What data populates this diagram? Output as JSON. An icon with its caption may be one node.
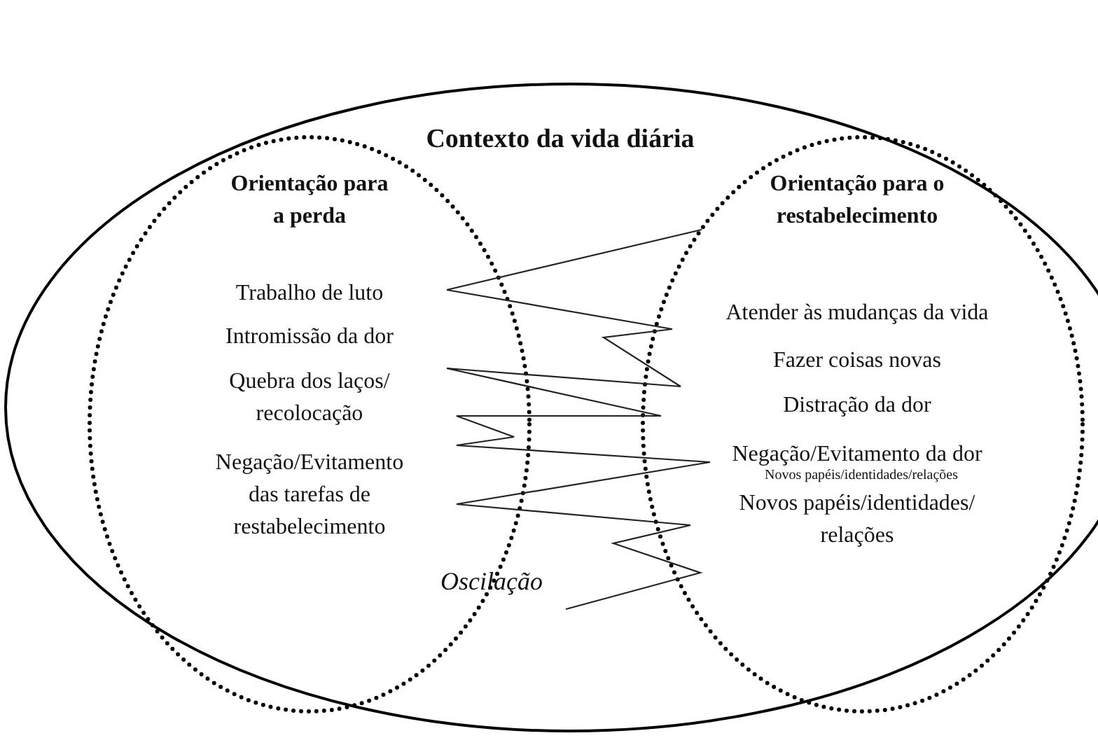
{
  "diagram": {
    "nodes": [
      {
        "text": [
          "Contexto da vida diária"
        ]
      },
      {
        "text": [
          "Orientação para a perda",
          "Trabalho de luto",
          "Intromissão da dor",
          "Quebra dos laços/ recolocação",
          "Negação/Evitamento das tarefas de restabelecimento"
        ],
        "in": 0
      },
      {
        "text": [
          "Orientação para o restabelecimento",
          "Atender às mudanças da vida",
          "Fazer coisas novas",
          "Distração da dor",
          "Negação/Evitamento da dor",
          "Novos papéis/identidades/ relações"
        ],
        "in": 0
      }
    ],
    "labels": [
      "Novos papéis/identidades/relações",
      "Oscilação"
    ]
  }
}
